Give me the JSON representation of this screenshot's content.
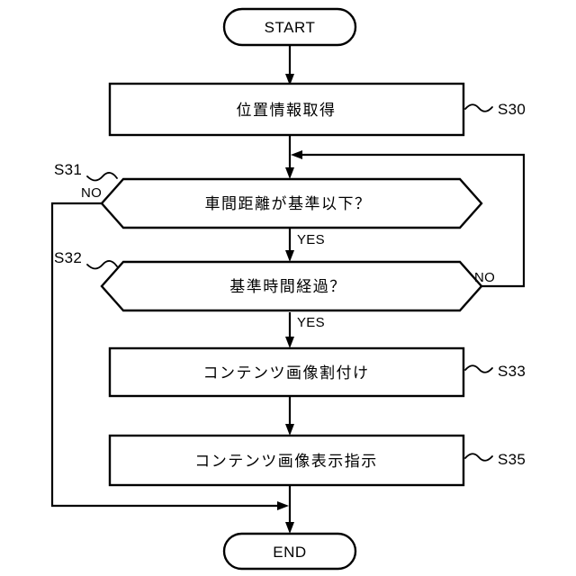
{
  "diagram": {
    "type": "flowchart",
    "title": "",
    "orientation": "top-to-bottom",
    "language": "ja",
    "line_color": "#000000",
    "fill_color": "#ffffff",
    "background": "#ffffff"
  },
  "nodes": {
    "start": {
      "label": "START",
      "shape": "terminator"
    },
    "s30": {
      "label": "位置情報取得",
      "step": "S30",
      "shape": "process"
    },
    "s31": {
      "label": "車間距離が基準以下？",
      "step": "S31",
      "shape": "decision",
      "no_label": "NO",
      "yes_label": "YES"
    },
    "s32": {
      "label": "基準時間経過？",
      "step": "S32",
      "shape": "decision",
      "no_label": "NO",
      "yes_label": "YES"
    },
    "s33": {
      "label": "コンテンツ画像割付け",
      "step": "S33",
      "shape": "process"
    },
    "s35": {
      "label": "コンテンツ画像表示指示",
      "step": "S35",
      "shape": "process"
    },
    "end": {
      "label": "END",
      "shape": "terminator"
    }
  },
  "edges": [
    {
      "from": "start",
      "to": "s30",
      "label": ""
    },
    {
      "from": "s30",
      "to": "s31",
      "label": ""
    },
    {
      "from": "s31",
      "to": "s32",
      "label": "YES"
    },
    {
      "from": "s31",
      "to": "end",
      "label": "NO"
    },
    {
      "from": "s32",
      "to": "s33",
      "label": "YES"
    },
    {
      "from": "s32",
      "to": "s31",
      "label": "NO"
    },
    {
      "from": "s33",
      "to": "s35",
      "label": ""
    },
    {
      "from": "s35",
      "to": "end",
      "label": ""
    }
  ]
}
